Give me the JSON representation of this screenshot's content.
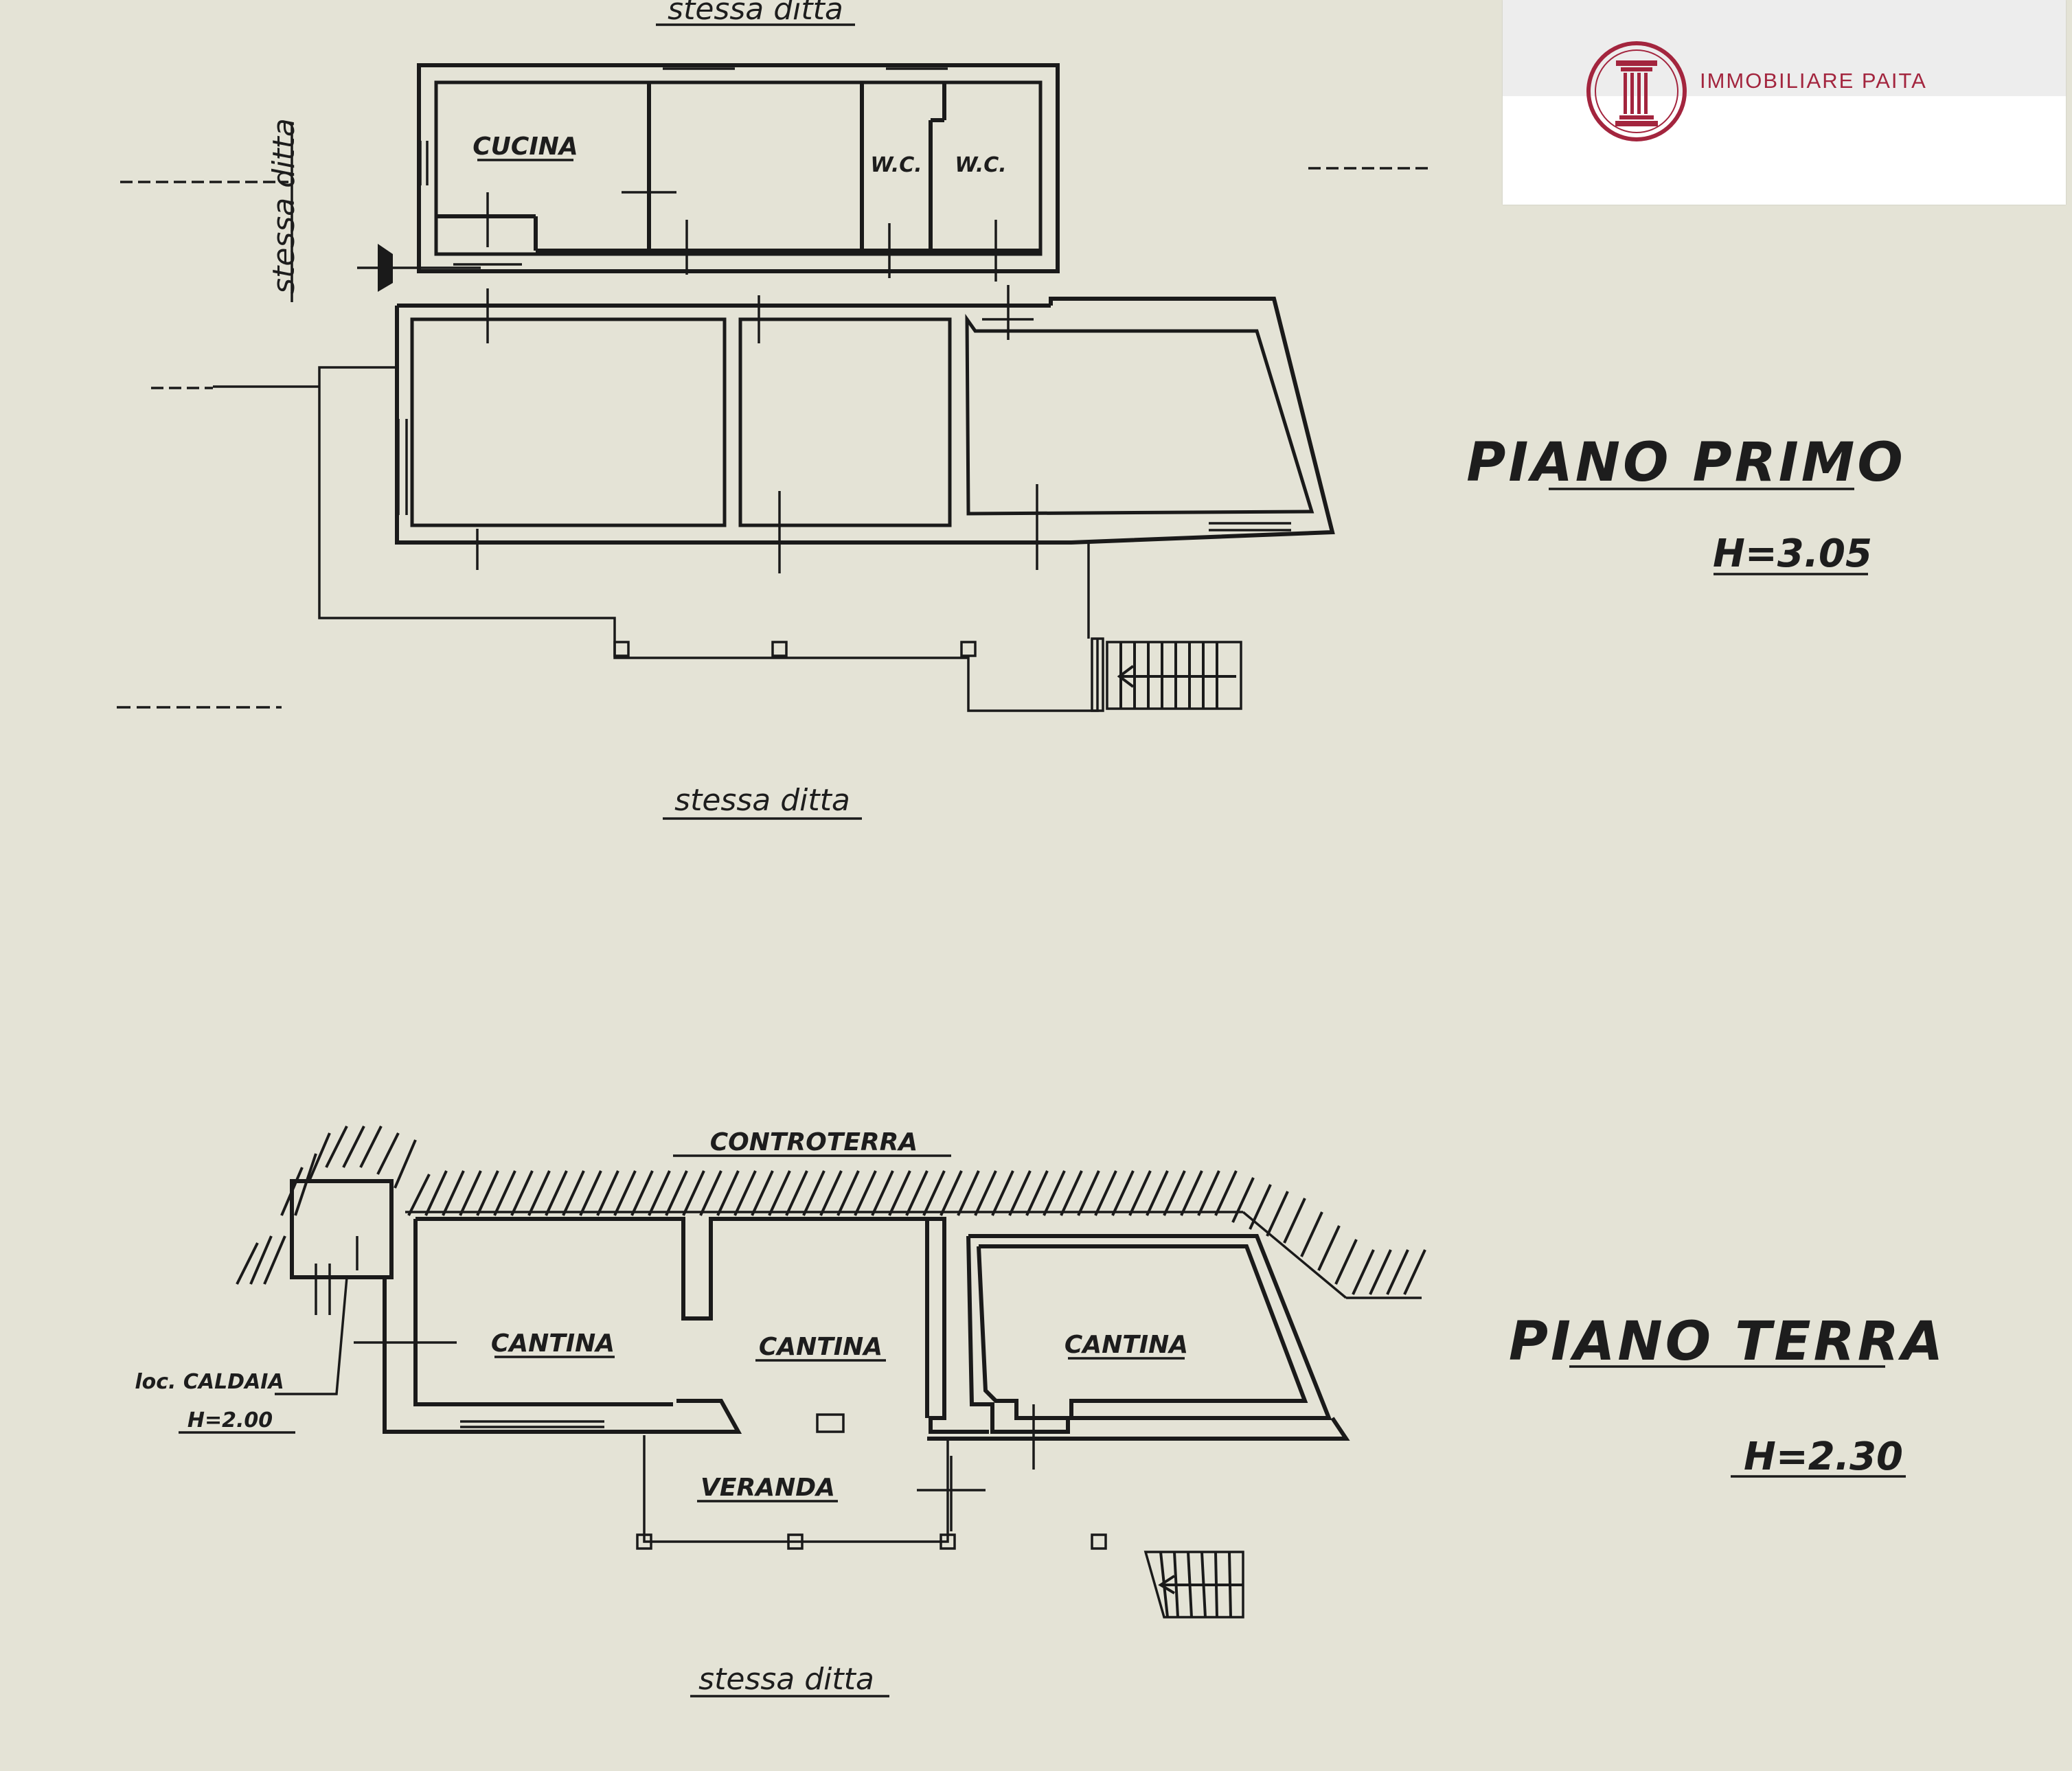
{
  "brand": {
    "name": "IMMOBILIARE PAITA",
    "color": "#a3253e",
    "icon": "column-icon"
  },
  "first_floor": {
    "title": "PIANO PRIMO",
    "height": "H=3.05",
    "rooms": {
      "kitchen": "CUCINA",
      "wc1": "W.C.",
      "wc2": "W.C."
    },
    "labels": {
      "top": "stessa ditta",
      "left": "stessa ditta",
      "bottom": "stessa ditta"
    }
  },
  "ground_floor": {
    "title": "PIANO TERRA",
    "height": "H=2.30",
    "rooms": {
      "cantina1": "CANTINA",
      "cantina2": "CANTINA",
      "cantina3": "CANTINA",
      "veranda": "VERANDA"
    },
    "labels": {
      "earth": "CONTROTERRA",
      "boiler": "loc. CALDAIA",
      "boiler_height": "H=2.00",
      "bottom": "stessa ditta"
    }
  }
}
